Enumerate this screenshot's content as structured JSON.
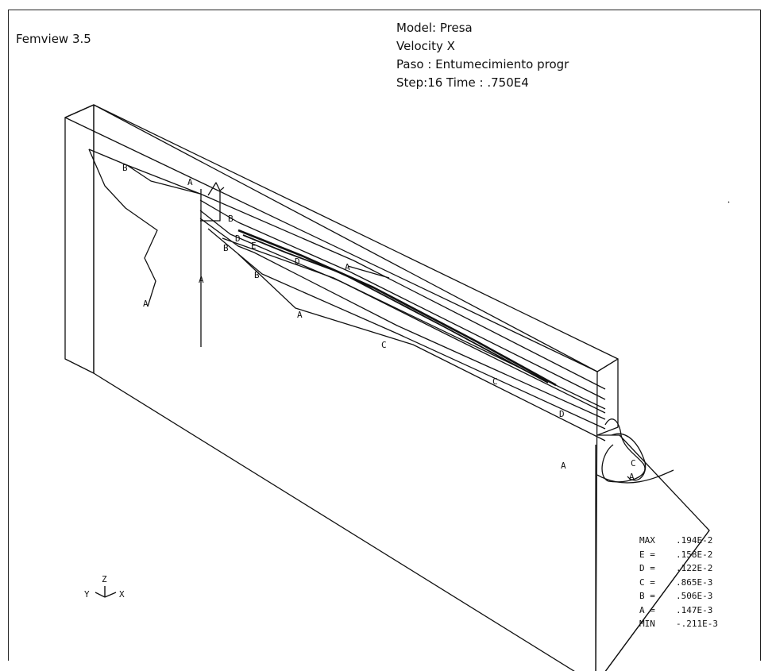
{
  "app": {
    "title": "Femview 3.5"
  },
  "info": {
    "model": "Model: Presa",
    "variable": "Velocity  X",
    "phase": "Paso : Entumecimiento progr",
    "step": "Step:16   Time : .750E4"
  },
  "axes": {
    "y": "Y",
    "z": "Z",
    "x": "X"
  },
  "legend": [
    {
      "key": "MAX",
      "value": ".194E-2"
    },
    {
      "key": "E =",
      "value": ".158E-2"
    },
    {
      "key": "D =",
      "value": ".122E-2"
    },
    {
      "key": "C =",
      "value": ".865E-3"
    },
    {
      "key": "B =",
      "value": ".506E-3"
    },
    {
      "key": "A =",
      "value": ".147E-3"
    },
    {
      "key": "MIN",
      "value": "-.211E-3"
    }
  ],
  "contour_labels": [
    "B",
    "A",
    "A",
    "A",
    "B",
    "B",
    "D",
    "E",
    "D",
    "A",
    "B",
    "A",
    "C",
    "C",
    "D",
    "C",
    "A",
    "A"
  ]
}
